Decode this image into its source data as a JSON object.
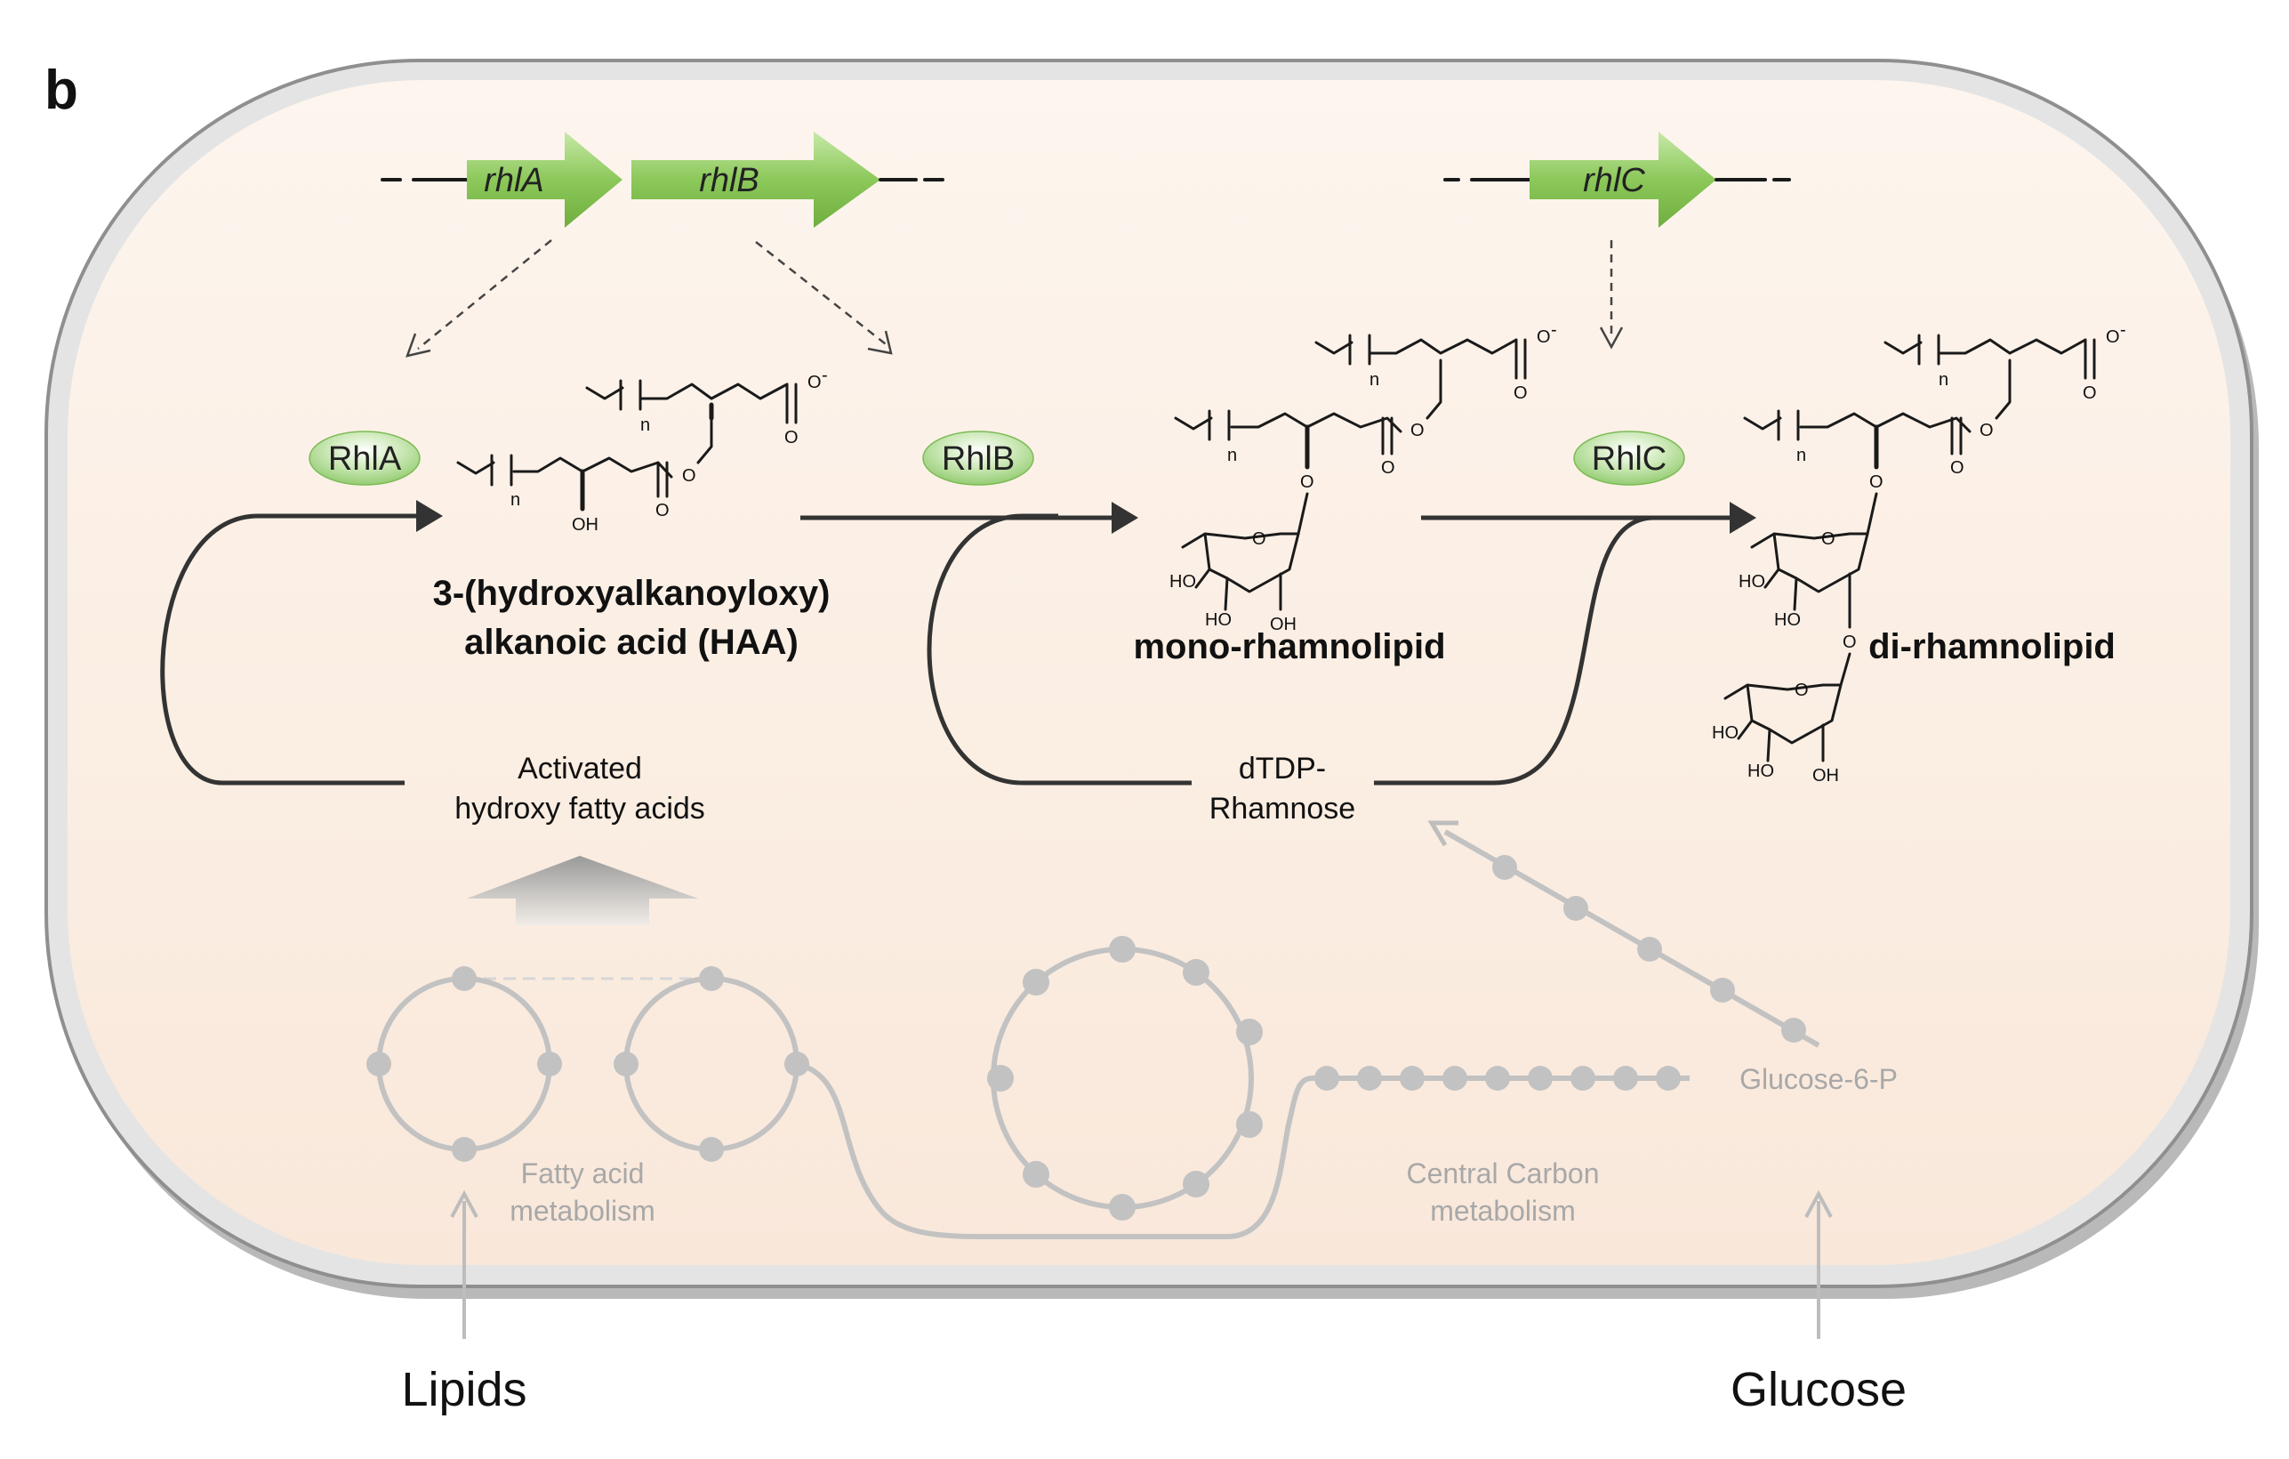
{
  "panel_label": "b",
  "genes": {
    "rhlA": "rhlA",
    "rhlB": "rhlB",
    "rhlC": "rhlC"
  },
  "enzymes": {
    "RhlA": "RhlA",
    "RhlB": "RhlB",
    "RhlC": "RhlC"
  },
  "products": {
    "haa_line1": "3-(hydroxyalkanoyloxy)",
    "haa_line2": "alkanoic acid (HAA)",
    "mono": "mono-rhamnolipid",
    "di": "di-rhamnolipid"
  },
  "substrates": {
    "activated_line1": "Activated",
    "activated_line2": "hydroxy fatty acids",
    "dtdp_line1": "dTDP-",
    "dtdp_line2": "Rhamnose"
  },
  "metabolism": {
    "fatty_line1": "Fatty acid",
    "fatty_line2": "metabolism",
    "central_line1": "Central Carbon",
    "central_line2": "metabolism",
    "glucose6p": "Glucose-6-P"
  },
  "inputs": {
    "lipids": "Lipids",
    "glucose": "Glucose"
  },
  "chem": {
    "oxide": "O",
    "charge": "-",
    "oh": "OH",
    "ho": "HO",
    "n": "n"
  },
  "colors": {
    "cell_fill": "#fbeee3",
    "cell_border": "#9c9c9c",
    "gene_arrow": "#8cc85a",
    "enzyme_pill": "#a9d98a",
    "metabolism_grey": "#c2c2c2"
  }
}
